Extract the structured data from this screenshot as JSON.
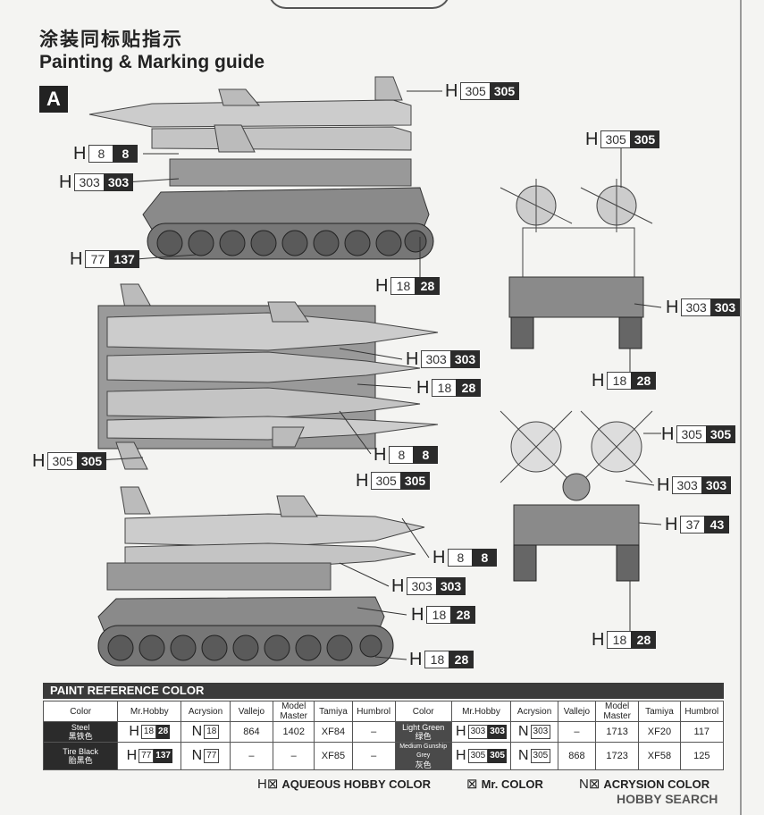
{
  "header": {
    "title_cn": "涂装同标贴指示",
    "title_en": "Painting & Marking guide",
    "section": "A"
  },
  "callouts": [
    {
      "id": "c1",
      "h": "H",
      "open": "305",
      "fill": "305"
    },
    {
      "id": "c2",
      "h": "H",
      "open": "8",
      "fill": "8"
    },
    {
      "id": "c3",
      "h": "H",
      "open": "303",
      "fill": "303"
    },
    {
      "id": "c4",
      "h": "H",
      "open": "77",
      "fill": "137"
    },
    {
      "id": "c5",
      "h": "H",
      "open": "18",
      "fill": "28"
    },
    {
      "id": "c6",
      "h": "H",
      "open": "305",
      "fill": "305"
    },
    {
      "id": "c7",
      "h": "H",
      "open": "303",
      "fill": "303"
    },
    {
      "id": "c8",
      "h": "H",
      "open": "18",
      "fill": "28"
    },
    {
      "id": "c9",
      "h": "H",
      "open": "303",
      "fill": "303"
    },
    {
      "id": "c10",
      "h": "H",
      "open": "18",
      "fill": "28"
    },
    {
      "id": "c11",
      "h": "H",
      "open": "8",
      "fill": "8"
    },
    {
      "id": "c12",
      "h": "H",
      "open": "305",
      "fill": "305"
    },
    {
      "id": "c13",
      "h": "H",
      "open": "305",
      "fill": "305"
    },
    {
      "id": "c14",
      "h": "H",
      "open": "305",
      "fill": "305"
    },
    {
      "id": "c15",
      "h": "H",
      "open": "303",
      "fill": "303"
    },
    {
      "id": "c16",
      "h": "H",
      "open": "37",
      "fill": "43"
    },
    {
      "id": "c17",
      "h": "H",
      "open": "8",
      "fill": "8"
    },
    {
      "id": "c18",
      "h": "H",
      "open": "303",
      "fill": "303"
    },
    {
      "id": "c19",
      "h": "H",
      "open": "18",
      "fill": "28"
    },
    {
      "id": "c20",
      "h": "H",
      "open": "18",
      "fill": "28"
    },
    {
      "id": "c21",
      "h": "H",
      "open": "18",
      "fill": "28"
    }
  ],
  "table": {
    "title": "PAINT  REFERENCE COLOR",
    "headers": [
      "Color",
      "Mr.Hobby",
      "Acrysion",
      "Vallejo",
      "Model Master",
      "Tamiya",
      "Humbrol"
    ],
    "left_rows": [
      {
        "name_en": "Steel",
        "name_cn": "黑铁色",
        "h_open": "18",
        "h_fill": "28",
        "n_label": "N",
        "n_val": "18",
        "vallejo": "864",
        "model_master": "1402",
        "tamiya": "XF84",
        "humbrol": "–"
      },
      {
        "name_en": "Tire Black",
        "name_cn": "胎黑色",
        "h_open": "77",
        "h_fill": "137",
        "n_label": "N",
        "n_val": "77",
        "vallejo": "–",
        "model_master": "–",
        "tamiya": "XF85",
        "humbrol": "–"
      }
    ],
    "right_rows": [
      {
        "name_en": "Light Green",
        "name_cn": "绿色",
        "h_open": "303",
        "h_fill": "303",
        "n_label": "N",
        "n_val": "303",
        "vallejo": "–",
        "model_master": "1713",
        "tamiya": "XF20",
        "humbrol": "117"
      },
      {
        "name_en": "Medium Gunship Grey",
        "name_cn": "灰色",
        "h_open": "305",
        "h_fill": "305",
        "n_label": "N",
        "n_val": "305",
        "vallejo": "868",
        "model_master": "1723",
        "tamiya": "XF58",
        "humbrol": "125"
      }
    ]
  },
  "legend": {
    "aqueous": "AQUEOUS HOBBY COLOR",
    "aqueous_glyph": "H⊠",
    "mr": "Mr. COLOR",
    "mr_glyph": "⊠",
    "acrysion": "ACRYSION COLOR",
    "acrysion_glyph": "N⊠"
  },
  "watermark": "HOBBY SEARCH",
  "colors": {
    "fill_box": "#2b2b2b",
    "paper": "#f4f4f2"
  }
}
